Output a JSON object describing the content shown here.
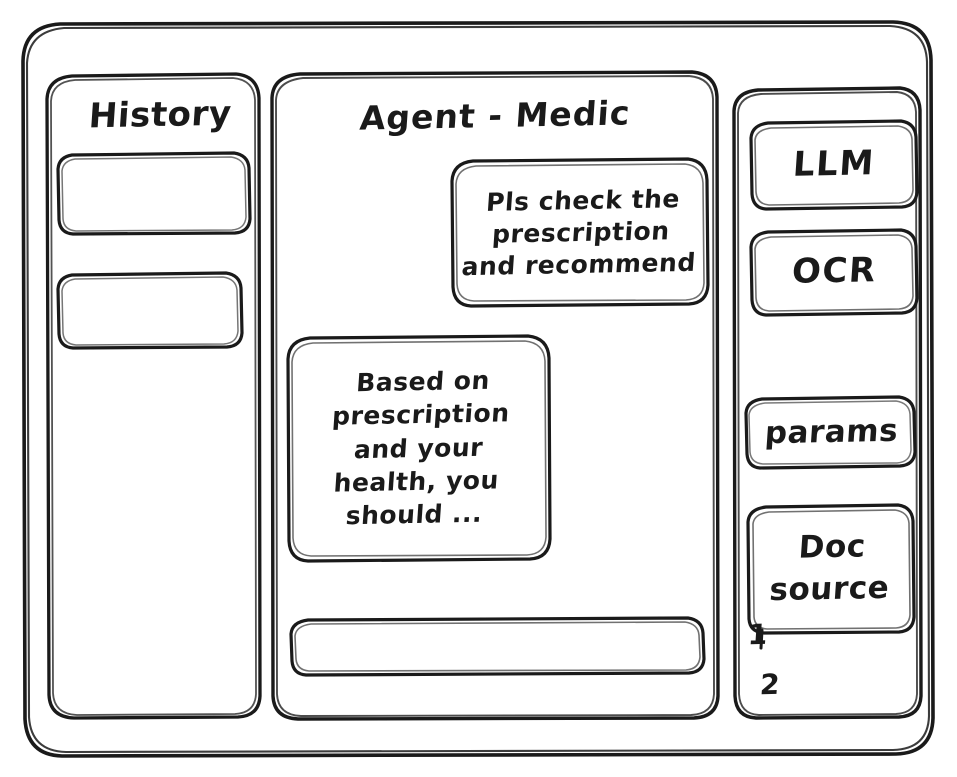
{
  "window": {
    "frame_color": "#1a1a1a",
    "background": "#ffffff",
    "style": "hand-drawn-wireframe"
  },
  "sidebar": {
    "title": "History",
    "items": [
      {
        "label": "",
        "name": "history-item-1"
      },
      {
        "label": "",
        "name": "history-item-2"
      }
    ]
  },
  "main": {
    "title": "Agent - Medic",
    "messages": [
      {
        "role": "user",
        "text": "Pls check the\nprescription\nand recommend",
        "align": "right"
      },
      {
        "role": "assistant",
        "text": "Based on\nprescription\nand your\nhealth, you\nshould ...",
        "align": "left"
      }
    ],
    "composer": {
      "value": "",
      "placeholder": ""
    }
  },
  "tools": {
    "buttons": [
      {
        "label": "LLM",
        "name": "llm-button"
      },
      {
        "label": "OCR",
        "name": "ocr-button"
      },
      {
        "label": "params",
        "name": "params-button"
      },
      {
        "label": "Doc\nsource",
        "name": "doc-source-button"
      }
    ],
    "sources": [
      {
        "label": "1"
      },
      {
        "label": "2"
      }
    ]
  }
}
